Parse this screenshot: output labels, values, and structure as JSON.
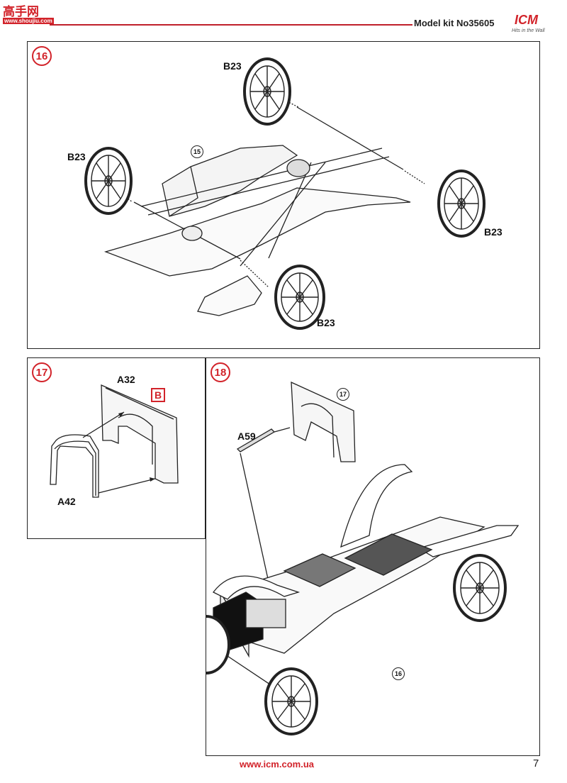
{
  "watermark": {
    "cn": "高手网",
    "url": "www.shoujiu.com"
  },
  "header": {
    "kit_label": "Model kit No35605",
    "brand": "ICM",
    "brand_tagline": "Hits in the Wall"
  },
  "steps": {
    "s16": {
      "number": "16",
      "parts": [
        "B23",
        "B23",
        "B23",
        "B23"
      ],
      "ref": "15"
    },
    "s17": {
      "number": "17",
      "parts": [
        "A32",
        "A42"
      ],
      "box_ref": "B"
    },
    "s18": {
      "number": "18",
      "parts": [
        "A59"
      ],
      "refs": [
        "17",
        "16"
      ]
    }
  },
  "footer": {
    "url": "www.icm.com.ua",
    "page": "7"
  },
  "colors": {
    "accent": "#d2232a",
    "line": "#222222"
  }
}
